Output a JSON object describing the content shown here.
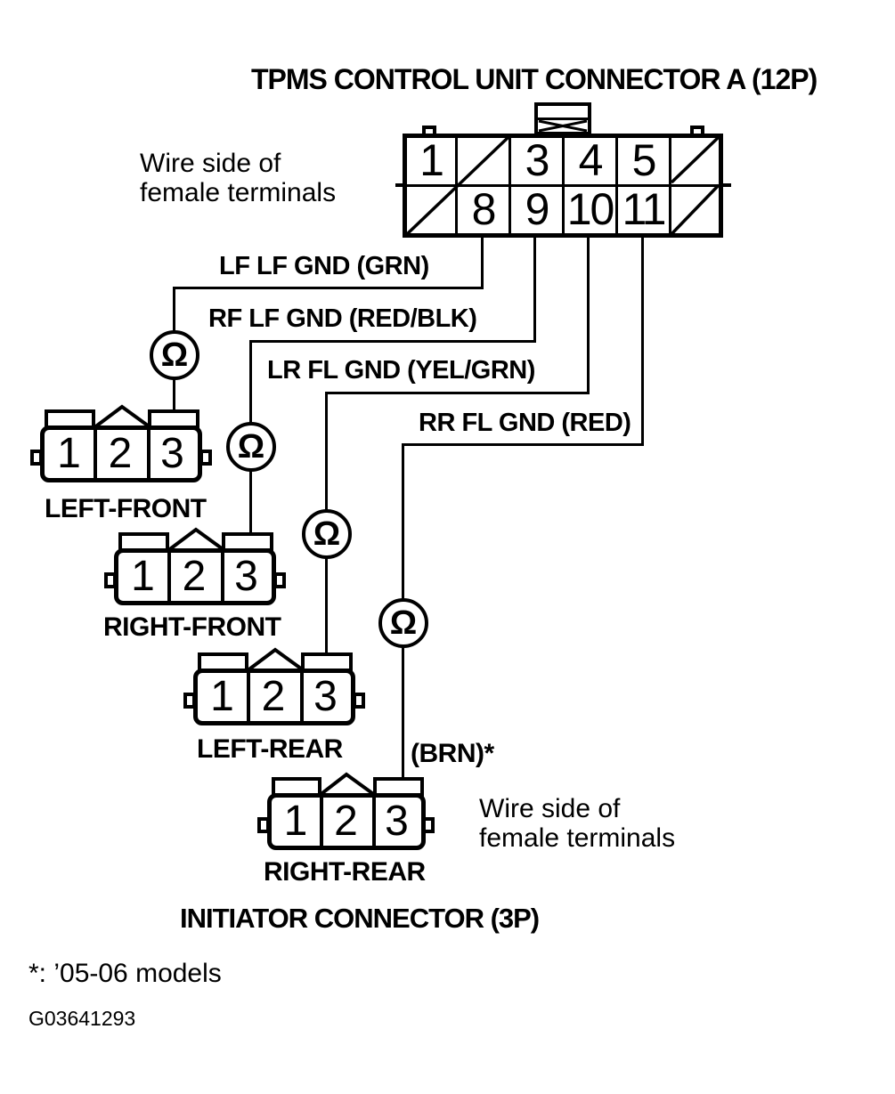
{
  "title": "TPMS CONTROL UNIT CONNECTOR A (12P)",
  "notes": {
    "wire_side_line1": "Wire side of",
    "wire_side_line2": "female terminals",
    "brn": "(BRN)*",
    "initiator_title": "INITIATOR CONNECTOR (3P)",
    "models_footnote": "*: ’05-06 models",
    "figure_id": "G03641293"
  },
  "connector_a": {
    "pins_top": [
      "1",
      "3",
      "4",
      "5"
    ],
    "pins_bottom": [
      "8",
      "9",
      "10",
      "11"
    ]
  },
  "wires": [
    {
      "pin": "8",
      "label": "LF LF GND (GRN)"
    },
    {
      "pin": "9",
      "label": "RF LF GND (RED/BLK)"
    },
    {
      "pin": "10",
      "label": "LR FL GND (YEL/GRN)"
    },
    {
      "pin": "11",
      "label": "RR FL GND (RED)"
    }
  ],
  "initiators": [
    {
      "name": "LEFT-FRONT",
      "pins": [
        "1",
        "2",
        "3"
      ]
    },
    {
      "name": "RIGHT-FRONT",
      "pins": [
        "1",
        "2",
        "3"
      ]
    },
    {
      "name": "LEFT-REAR",
      "pins": [
        "1",
        "2",
        "3"
      ]
    },
    {
      "name": "RIGHT-REAR",
      "pins": [
        "1",
        "2",
        "3"
      ]
    }
  ],
  "icons": {
    "omega": "Ω"
  }
}
